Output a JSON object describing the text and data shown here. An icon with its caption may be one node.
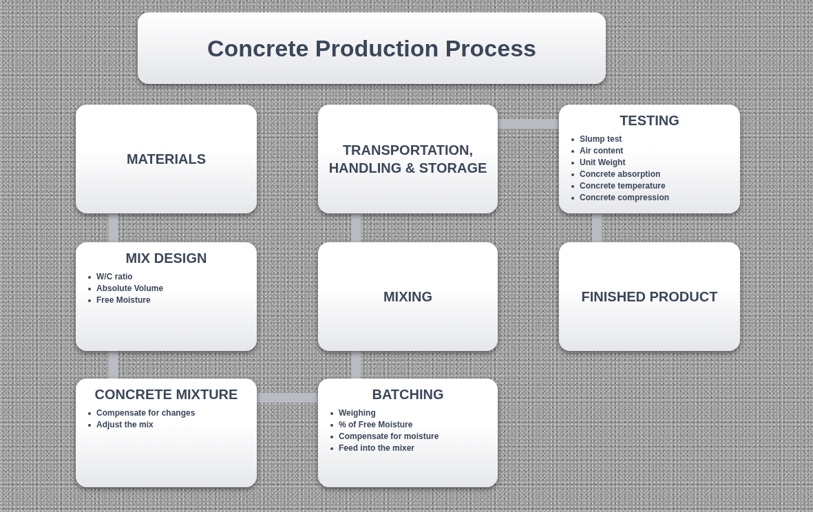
{
  "diagram": {
    "title": "Concrete Production Process",
    "nodes": [
      {
        "text": [
          "MATERIALS"
        ]
      },
      {
        "text": [
          "MIX DESIGN",
          "W/C ratio",
          "Absolute Volume",
          "Free Moisture"
        ]
      },
      {
        "text": [
          "CONCRETE MIXTURE",
          "Compensate for changes",
          "Adjust the mix"
        ]
      },
      {
        "text": [
          "BATCHING",
          "Weighing",
          "% of Free Moisture",
          "Compensate for moisture",
          "Feed into the mixer"
        ]
      },
      {
        "text": [
          "MIXING"
        ]
      },
      {
        "text": [
          "TRANSPORTATION, HANDLING & STORAGE"
        ]
      },
      {
        "text": [
          "TESTING",
          "Slump test",
          "Air content",
          "Unit Weight",
          "Concrete absorption",
          "Concrete temperature",
          "Concrete compression"
        ]
      },
      {
        "text": [
          "FINISHED PRODUCT"
        ]
      }
    ],
    "edges": [
      {
        "from": 0,
        "to": 1,
        "arrow": "none"
      },
      {
        "from": 1,
        "to": 2,
        "arrow": "none"
      },
      {
        "from": 2,
        "to": 3,
        "arrow": "none"
      },
      {
        "from": 3,
        "to": 4,
        "arrow": "none"
      },
      {
        "from": 4,
        "to": 5,
        "arrow": "none"
      },
      {
        "from": 5,
        "to": 6,
        "arrow": "none"
      },
      {
        "from": 6,
        "to": 7,
        "arrow": "none"
      }
    ]
  }
}
